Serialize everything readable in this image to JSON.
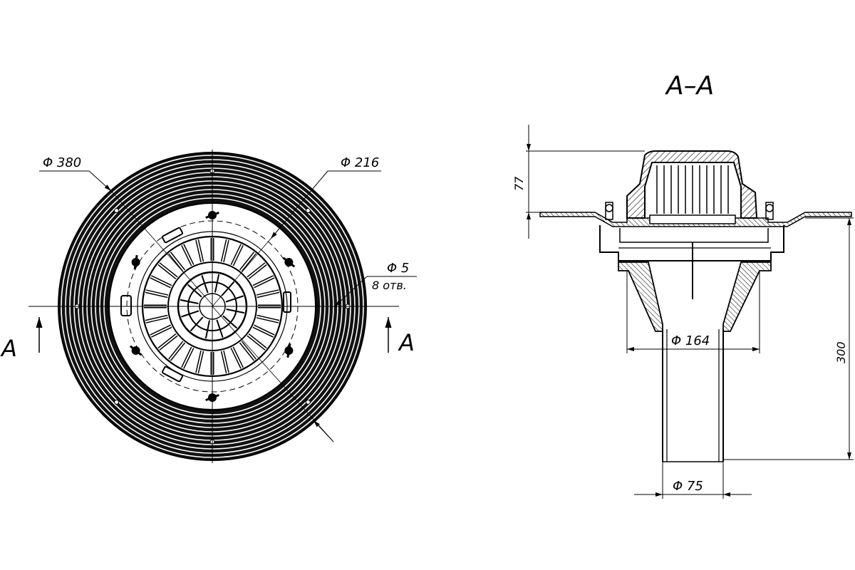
{
  "plan_view": {
    "section_marker_left": "A",
    "section_marker_right": "A",
    "dim_outer": "Φ 380",
    "dim_inner": "Φ 216",
    "dim_holes": "Φ 5",
    "dim_holes_count": "8 отв."
  },
  "section_view": {
    "title": "A–A",
    "dim_height_top": "77",
    "dim_height_total": "300",
    "dim_body_diameter": "Φ 164",
    "dim_pipe_diameter": "Φ 75"
  },
  "colors": {
    "ink": "#000000",
    "paper": "#ffffff"
  }
}
